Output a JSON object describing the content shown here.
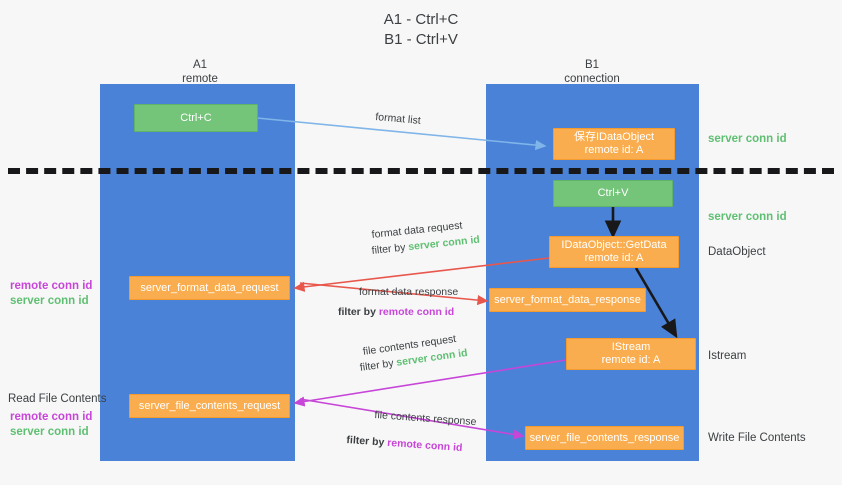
{
  "diagram": {
    "title": "A1 - Ctrl+C\nB1 - Ctrl+V",
    "columns": [
      {
        "name": "A1",
        "sub": "remote",
        "header": "A1\nremote"
      },
      {
        "name": "B1",
        "sub": "connection",
        "header": "B1\nconnection"
      }
    ],
    "colors": {
      "lane": "#4a82d8",
      "node_orange": "#f9ad4e",
      "node_green": "#74c47a",
      "server_conn_id": "#5fbf72",
      "remote_conn_id": "#c746d8",
      "arrow_blue": "#7fb5e8",
      "arrow_red": "#e8574c",
      "arrow_magenta": "#c746d8",
      "arrow_black": "#18181a",
      "divider": "#18181a",
      "background": "#f7f7f7"
    },
    "nodes": [
      {
        "id": "ctrl-c",
        "label": "Ctrl+C",
        "sub": "",
        "color": "green",
        "lane": "A1"
      },
      {
        "id": "idataobject-store",
        "label": "保存IDataObject",
        "sub": "remote id: A",
        "color": "orange",
        "lane": "B1"
      },
      {
        "id": "ctrl-v",
        "label": "Ctrl+V",
        "sub": "",
        "color": "green",
        "lane": "B1"
      },
      {
        "id": "idataobject-getdata",
        "label": "IDataObject::GetData",
        "sub": "remote id: A",
        "color": "orange",
        "lane": "B1"
      },
      {
        "id": "server-format-data-request",
        "label": "server_format_data_request",
        "sub": "",
        "color": "orange",
        "lane": "A1"
      },
      {
        "id": "server-format-data-response",
        "label": "server_format_data_response",
        "sub": "",
        "color": "orange",
        "lane": "B1"
      },
      {
        "id": "istream",
        "label": "IStream",
        "sub": "remote id: A",
        "color": "orange",
        "lane": "B1"
      },
      {
        "id": "server-file-contents-request",
        "label": "server_file_contents_request",
        "sub": "",
        "color": "orange",
        "lane": "A1"
      },
      {
        "id": "server-file-contents-response",
        "label": "server_file_contents_response",
        "sub": "",
        "color": "orange",
        "lane": "B1"
      }
    ],
    "right_labels": [
      {
        "id": "right-server-conn-id-1",
        "text": "server conn id",
        "style": "green"
      },
      {
        "id": "right-server-conn-id-2",
        "text": "server conn id",
        "style": "green"
      },
      {
        "id": "right-dataobject",
        "text": "DataObject",
        "style": "plain"
      },
      {
        "id": "right-istream",
        "text": "Istream",
        "style": "plain"
      },
      {
        "id": "right-write-file",
        "text": "Write File Contents",
        "style": "plain"
      }
    ],
    "left_labels": [
      {
        "id": "left-remote-conn-id-1",
        "text": "remote conn id",
        "style": "magenta"
      },
      {
        "id": "left-server-conn-id-1",
        "text": "server conn id",
        "style": "green"
      },
      {
        "id": "left-read-file",
        "text": "Read File Contents",
        "style": "plain"
      },
      {
        "id": "left-remote-conn-id-2",
        "text": "remote conn id",
        "style": "magenta"
      },
      {
        "id": "left-server-conn-id-2",
        "text": "server conn id",
        "style": "green"
      }
    ],
    "edges": [
      {
        "id": "format-list",
        "label": "format list",
        "filter_prefix": "",
        "filter_value": "",
        "filter_style": ""
      },
      {
        "id": "format-data-request",
        "label": "format data request",
        "filter_prefix": "filter by ",
        "filter_value": "server conn id",
        "filter_style": "green"
      },
      {
        "id": "format-data-response",
        "label": "format data response",
        "filter_prefix": "filter by ",
        "filter_value": "remote conn id",
        "filter_style": "magenta"
      },
      {
        "id": "file-contents-request",
        "label": "file contents request",
        "filter_prefix": "filter by ",
        "filter_value": "server conn id",
        "filter_style": "green"
      },
      {
        "id": "file-contents-response",
        "label": "file contents response",
        "filter_prefix": "filter by ",
        "filter_value": "remote conn id",
        "filter_style": "magenta"
      }
    ]
  }
}
